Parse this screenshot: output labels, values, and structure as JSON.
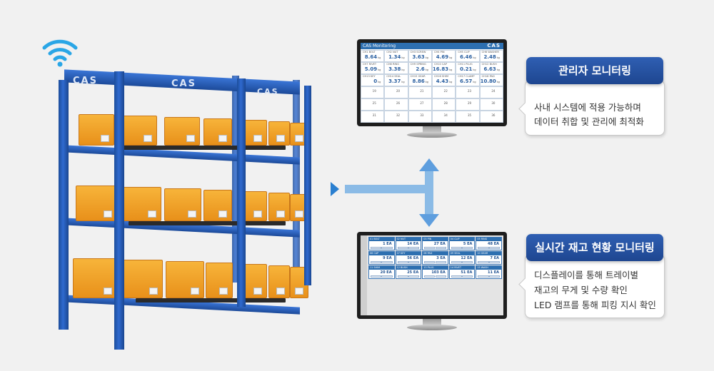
{
  "rack": {
    "logo_text": "CAS"
  },
  "monitor_top": {
    "brand": "CAS",
    "header_text": "CAS Monitoring",
    "cells": [
      {
        "name": "CH1 BOLT",
        "value": "8.64",
        "unit": "kg"
      },
      {
        "name": "CH2 NUT",
        "value": "1.34",
        "unit": "kg"
      },
      {
        "name": "CH3 SCREW",
        "value": "3.63",
        "unit": "kg"
      },
      {
        "name": "CH4 PIN",
        "value": "4.69",
        "unit": "kg"
      },
      {
        "name": "CH5 CLIP",
        "value": "6.46",
        "unit": "kg"
      },
      {
        "name": "CH6 WASHER",
        "value": "2.48",
        "unit": "kg"
      },
      {
        "name": "CH7 RIVET",
        "value": "5.09",
        "unit": "kg"
      },
      {
        "name": "CH8 RING",
        "value": "3.38",
        "unit": "kg"
      },
      {
        "name": "CH9 SPRING",
        "value": "2.6",
        "unit": "kg"
      },
      {
        "name": "CH10 CAP",
        "value": "16.83",
        "unit": "kg"
      },
      {
        "name": "CH11 PLUG",
        "value": "0.21",
        "unit": "kg"
      },
      {
        "name": "CH12 BUSH",
        "value": "6.63",
        "unit": "kg"
      },
      {
        "name": "CH13 KEY",
        "value": "0",
        "unit": "kg"
      },
      {
        "name": "CH14 SEAL",
        "value": "3.37",
        "unit": "kg"
      },
      {
        "name": "CH15 GEAR",
        "value": "8.86",
        "unit": "kg"
      },
      {
        "name": "CH16 SHIM",
        "value": "4.43",
        "unit": "kg"
      },
      {
        "name": "CH17 CLAMP",
        "value": "6.57",
        "unit": "kg"
      },
      {
        "name": "CH18 PAD",
        "value": "10.80",
        "unit": "kg"
      }
    ],
    "grid_numbers": [
      "19",
      "20",
      "21",
      "22",
      "23",
      "24",
      "25",
      "26",
      "27",
      "28",
      "29",
      "30",
      "31",
      "32",
      "33",
      "34",
      "35",
      "36"
    ]
  },
  "monitor_bottom": {
    "tiles": [
      {
        "name": "01 BOLT",
        "value": "1 EA"
      },
      {
        "name": "02 NUT",
        "value": "14 EA"
      },
      {
        "name": "03 PIN",
        "value": "27 EA"
      },
      {
        "name": "04 CLIP",
        "value": "5 EA"
      },
      {
        "name": "05 RING",
        "value": "48 EA"
      },
      {
        "name": "06 CAP",
        "value": "9 EA"
      },
      {
        "name": "07 KEY",
        "value": "56 EA"
      },
      {
        "name": "08 PAD",
        "value": "3 EA"
      },
      {
        "name": "09 SEAL",
        "value": "12 EA"
      },
      {
        "name": "10 GEAR",
        "value": "7 EA"
      },
      {
        "name": "11 SHIM",
        "value": "20 EA"
      },
      {
        "name": "12 BUSH",
        "value": "25 EA"
      },
      {
        "name": "13 PLUG",
        "value": "103 EA"
      },
      {
        "name": "14 RIVET",
        "value": "51 EA"
      },
      {
        "name": "15 WASH",
        "value": "11 EA"
      }
    ]
  },
  "callout_admin": {
    "title": "관리자 모니터링",
    "lines": [
      "사내 시스템에 적용 가능하며",
      "데이터 취합 및 관리에 최적화"
    ]
  },
  "callout_realtime": {
    "title": "실시간 재고 현황 모니터링",
    "lines": [
      "디스플레이를 통해 트레이별",
      "재고의 무게 및 수량 확인",
      "LED 램프를 통해 피킹 지시 확인"
    ]
  },
  "colors": {
    "accent": "#2f5fb3",
    "rack_blue": "#2f6ad0",
    "bin_orange": "#f0a32a",
    "arrow": "#8bbbe6",
    "wifi": "#2aa6e6"
  }
}
